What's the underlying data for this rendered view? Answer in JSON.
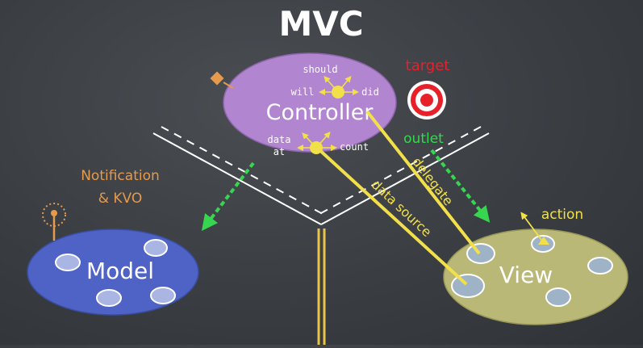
{
  "title": "MVC",
  "controller": {
    "label": "Controller",
    "top_verbs": [
      "should",
      "will",
      "did"
    ],
    "bottom_verbs": [
      "data",
      "at",
      "count"
    ]
  },
  "model": {
    "label": "Model"
  },
  "view": {
    "label": "View"
  },
  "labels": {
    "target": "target",
    "outlet": "outlet",
    "delegate": "delegate",
    "data_source": "data source",
    "action": "action",
    "notification": "Notification",
    "kvo": "& KVO"
  },
  "colors": {
    "background": "#3d4146",
    "controller": "#b185d0",
    "model": "#4f63c6",
    "view": "#b9b877",
    "title": "#ffffff",
    "yellow": "#f2e04a",
    "green": "#37d64f",
    "orange": "#e69a4c",
    "red": "#e8202a"
  }
}
